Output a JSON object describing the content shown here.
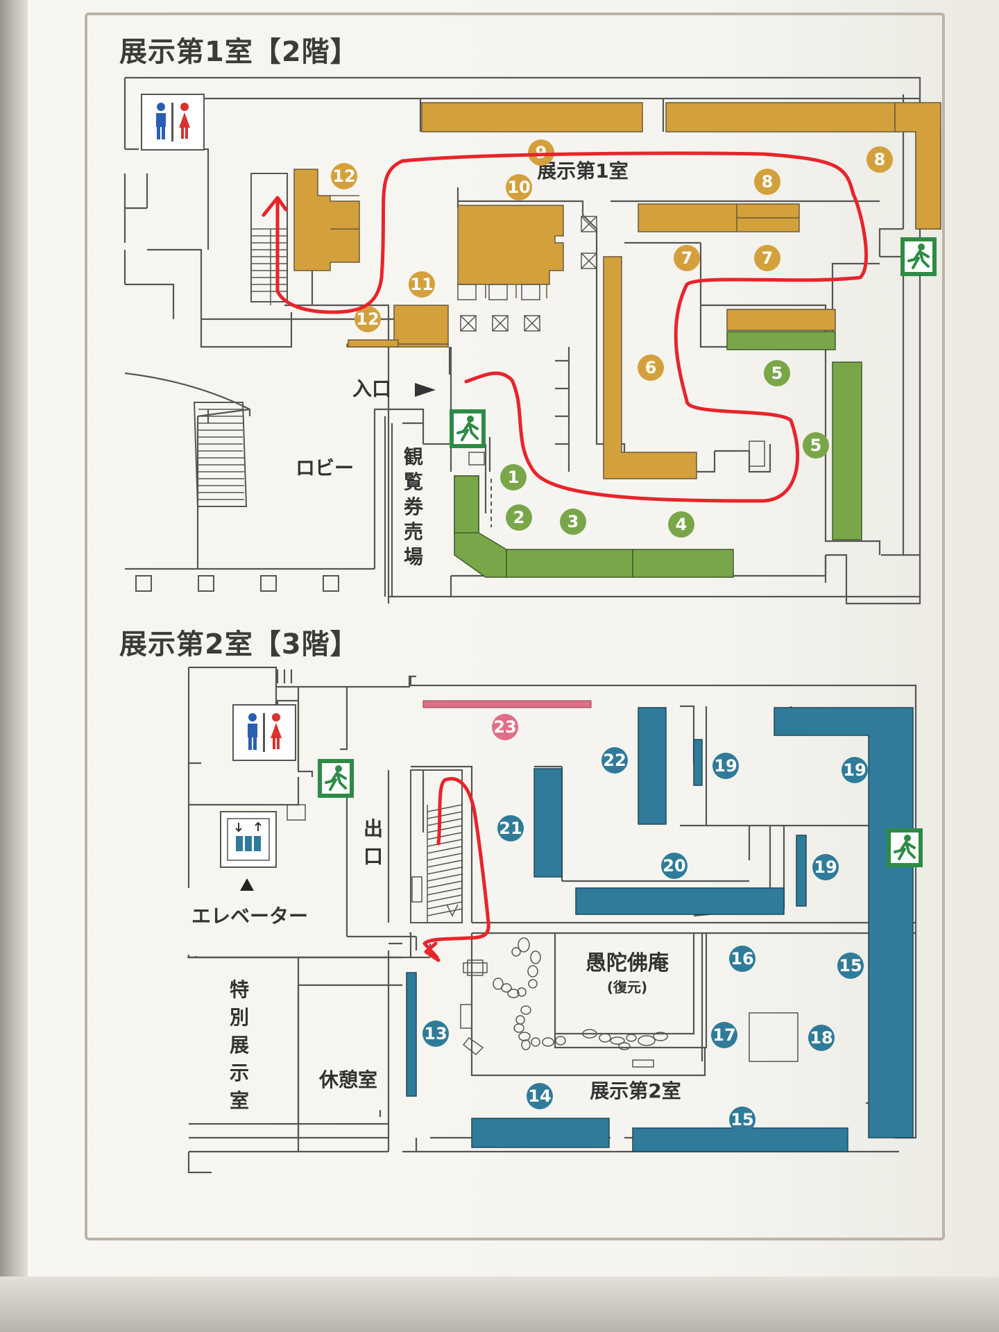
{
  "floor2": {
    "title": "展示第1室【2階】",
    "room_label": "展示第1室",
    "entrance_label": "入口",
    "lobby_label": "ロビー",
    "ticket_label": [
      "観",
      "覧",
      "券",
      "売",
      "場"
    ],
    "markers": [
      {
        "n": "1",
        "group": "green"
      },
      {
        "n": "2",
        "group": "green"
      },
      {
        "n": "3",
        "group": "green"
      },
      {
        "n": "4",
        "group": "green"
      },
      {
        "n": "5",
        "group": "green"
      },
      {
        "n": "5",
        "group": "green"
      },
      {
        "n": "6",
        "group": "orange"
      },
      {
        "n": "7",
        "group": "orange"
      },
      {
        "n": "7",
        "group": "orange"
      },
      {
        "n": "8",
        "group": "orange"
      },
      {
        "n": "8",
        "group": "orange"
      },
      {
        "n": "9",
        "group": "orange"
      },
      {
        "n": "10",
        "group": "orange"
      },
      {
        "n": "11",
        "group": "orange"
      },
      {
        "n": "12",
        "group": "orange"
      },
      {
        "n": "12",
        "group": "orange"
      }
    ]
  },
  "floor3": {
    "title": "展示第2室【3階】",
    "room_label": "展示第2室",
    "exit_label": [
      "出",
      "口"
    ],
    "elevator_label": "エレベーター",
    "special_room_label": [
      "特",
      "別",
      "展",
      "示",
      "室"
    ],
    "rest_room_label": "休憩室",
    "teahouse_label": "愚陀佛庵",
    "teahouse_sub": "(復元)",
    "markers": [
      {
        "n": "13",
        "group": "blue"
      },
      {
        "n": "14",
        "group": "blue"
      },
      {
        "n": "15",
        "group": "blue"
      },
      {
        "n": "15",
        "group": "blue"
      },
      {
        "n": "16",
        "group": "blue"
      },
      {
        "n": "17",
        "group": "blue"
      },
      {
        "n": "18",
        "group": "blue"
      },
      {
        "n": "19",
        "group": "blue"
      },
      {
        "n": "19",
        "group": "blue"
      },
      {
        "n": "19",
        "group": "blue"
      },
      {
        "n": "20",
        "group": "blue"
      },
      {
        "n": "21",
        "group": "blue"
      },
      {
        "n": "22",
        "group": "blue"
      },
      {
        "n": "23",
        "group": "pink"
      }
    ]
  },
  "icons": [
    "restroom-icon",
    "emergency-exit-icon",
    "elevator-icon",
    "stairs-icon",
    "route-arrow"
  ],
  "colors": {
    "orange": "#d3a03c",
    "green": "#7aa64a",
    "blue": "#2f7b99",
    "pink": "#df6f86",
    "route": "#e8242b",
    "exit_sign": "#2e8b45"
  }
}
